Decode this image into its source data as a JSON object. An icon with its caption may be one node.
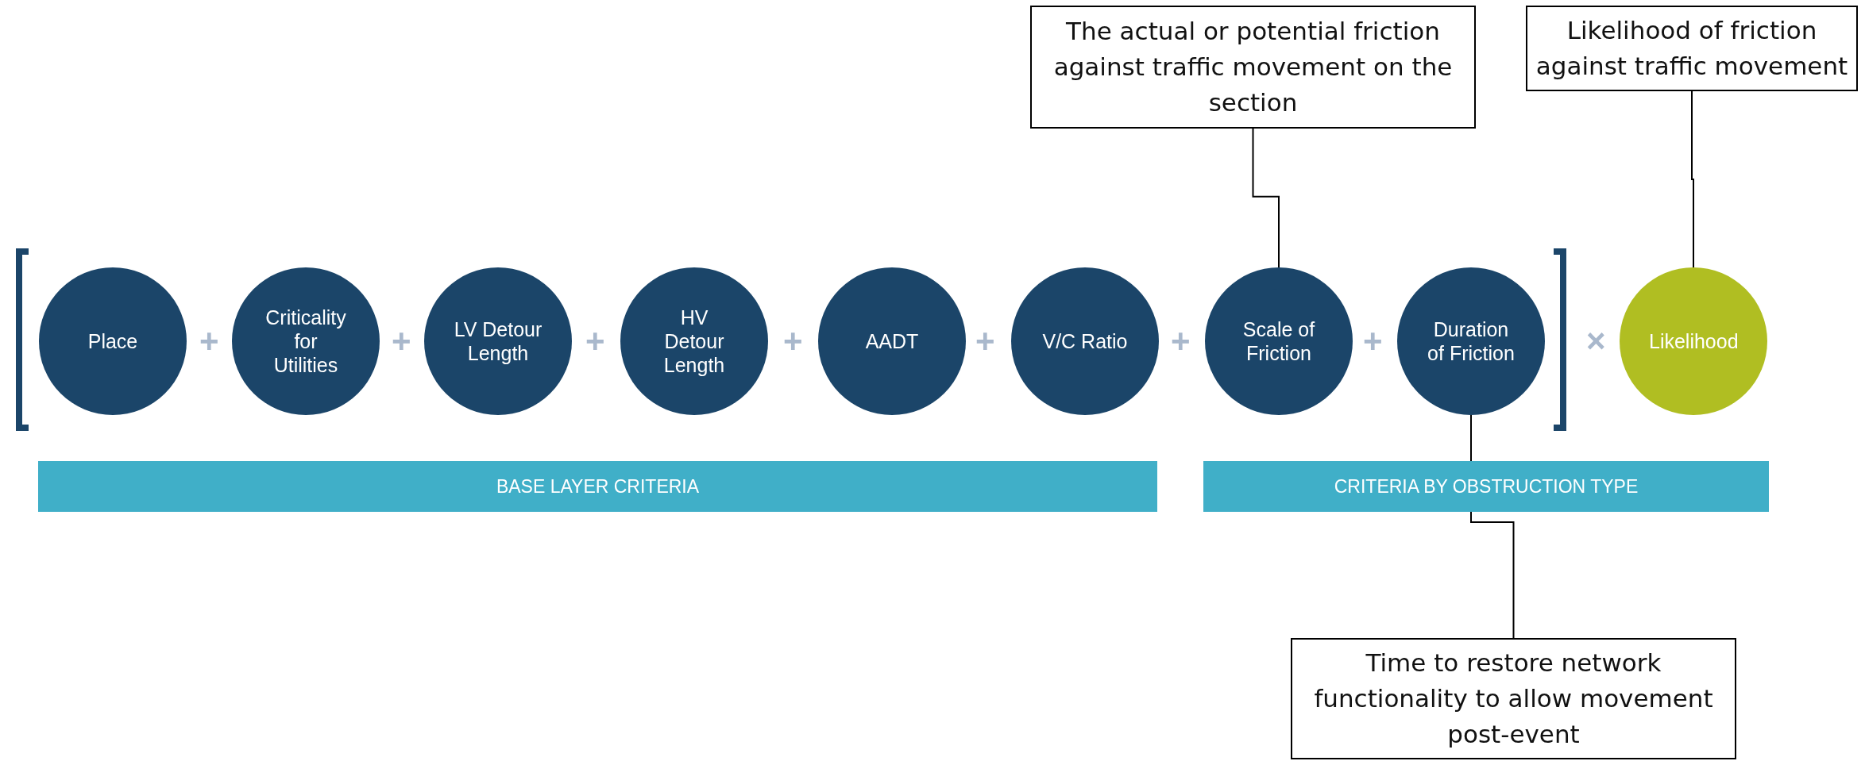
{
  "diagram": {
    "nodes": [
      {
        "text": [
          "Place"
        ]
      },
      {
        "text": [
          "Criticality for Utilities"
        ]
      },
      {
        "text": [
          "LV Detour Length"
        ]
      },
      {
        "text": [
          "HV Detour Length"
        ]
      },
      {
        "text": [
          "AADT"
        ]
      },
      {
        "text": [
          "V/C Ratio"
        ]
      },
      {
        "text": [
          "Scale of Friction"
        ]
      },
      {
        "text": [
          "Duration of Friction"
        ]
      },
      {
        "text": [
          "Likelihood"
        ]
      },
      {
        "text": [
          "BASE LAYER CRITERIA"
        ]
      },
      {
        "text": [
          "CRITERIA BY OBSTRUCTION TYPE"
        ]
      },
      {
        "text": [
          "The actual or potential friction against traffic movement on the section"
        ]
      },
      {
        "text": [
          "Likelihood of friction against traffic movement"
        ]
      },
      {
        "text": [
          "Time to restore network functionality to allow movement post-event"
        ]
      }
    ],
    "edges": [
      {
        "from": 11,
        "to": 6,
        "arrow": "none"
      },
      {
        "from": 12,
        "to": 8,
        "arrow": "none"
      },
      {
        "from": 13,
        "to": 7,
        "arrow": "none"
      }
    ],
    "labels": [
      "+",
      "+",
      "+",
      "+",
      "+",
      "+",
      "+",
      "×"
    ]
  }
}
